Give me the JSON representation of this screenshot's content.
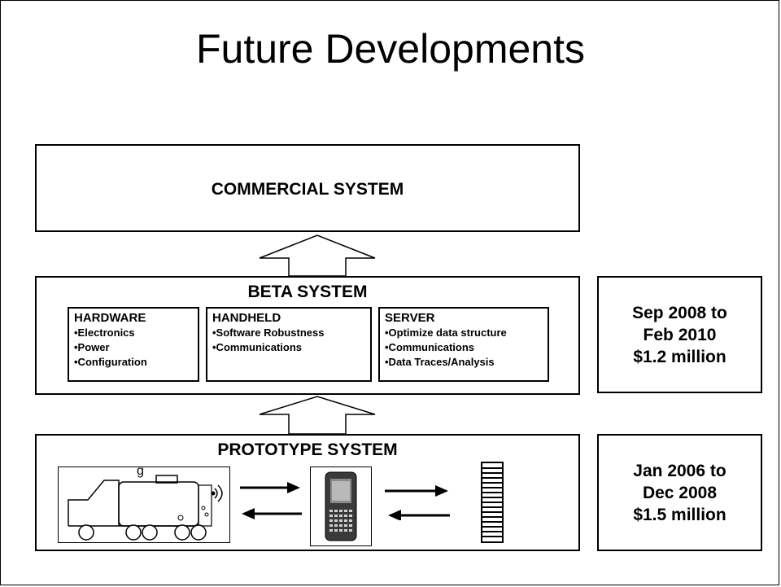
{
  "slide": {
    "title": "Future Developments"
  },
  "commercial": {
    "label": "COMMERCIAL SYSTEM"
  },
  "beta": {
    "label": "BETA SYSTEM",
    "groups": [
      {
        "title": "HARDWARE",
        "items": [
          "•Electronics",
          "•Power",
          "•Configuration"
        ]
      },
      {
        "title": "HANDHELD",
        "items": [
          "•Software Robustness",
          "•Communications"
        ]
      },
      {
        "title": "SERVER",
        "items": [
          "•Optimize data structure",
          "•Communications",
          "•Data Traces/Analysis"
        ]
      }
    ],
    "timeline": [
      "Sep 2008 to",
      "Feb 2010",
      "$1.2 million"
    ]
  },
  "prototype": {
    "label": "PROTOTYPE SYSTEM",
    "truck_letter": "g",
    "timeline": [
      "Jan 2006 to",
      "Dec 2008",
      "$1.5 million"
    ]
  },
  "icons": [
    "truck-icon",
    "handheld-device-icon",
    "server-icon",
    "arrow-right-icon",
    "arrow-left-icon",
    "block-arrow-up-icon"
  ]
}
